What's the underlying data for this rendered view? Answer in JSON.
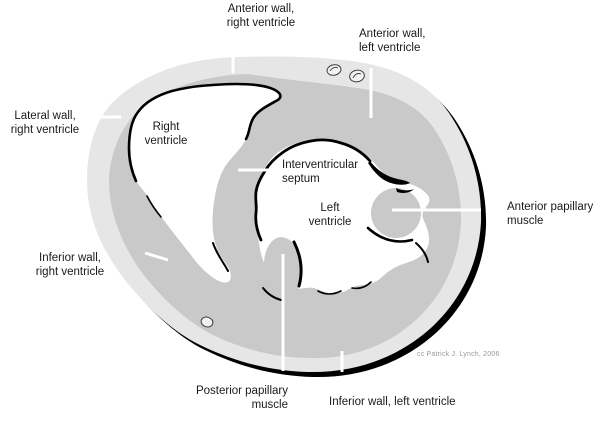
{
  "diagram": {
    "attribution": "cc Patrick J. Lynch, 2006"
  },
  "labels": {
    "anterior_wall_right_ventricle": "Anterior wall,\nright ventricle",
    "anterior_wall_left_ventricle": "Anterior wall,\nleft ventricle",
    "lateral_wall_right_ventricle": "Lateral wall,\nright ventricle",
    "right_ventricle": "Right\nventricle",
    "interventricular_septum": "Interventricular\nseptum",
    "left_ventricle": "Left\nventricle",
    "anterior_papillary_muscle": "Anterior papillary\nmuscle",
    "inferior_wall_right_ventricle": "Inferior wall,\nright ventricle",
    "posterior_papillary_muscle": "Posterior papillary\nmuscle",
    "inferior_wall_left_ventricle": "Inferior wall, left ventricle"
  },
  "colors": {
    "background": "#ffffff",
    "epicardium": "#e6e6e6",
    "myocardium": "#c9c9c9",
    "cavity": "#ffffff",
    "contour": "#000000",
    "leader_line": "#ffffff",
    "text": "#1a1a1a",
    "attribution": "#9a9a9a",
    "vessel_outline": "#3c3c3c",
    "vessel_fill": "#f2f2f2"
  }
}
